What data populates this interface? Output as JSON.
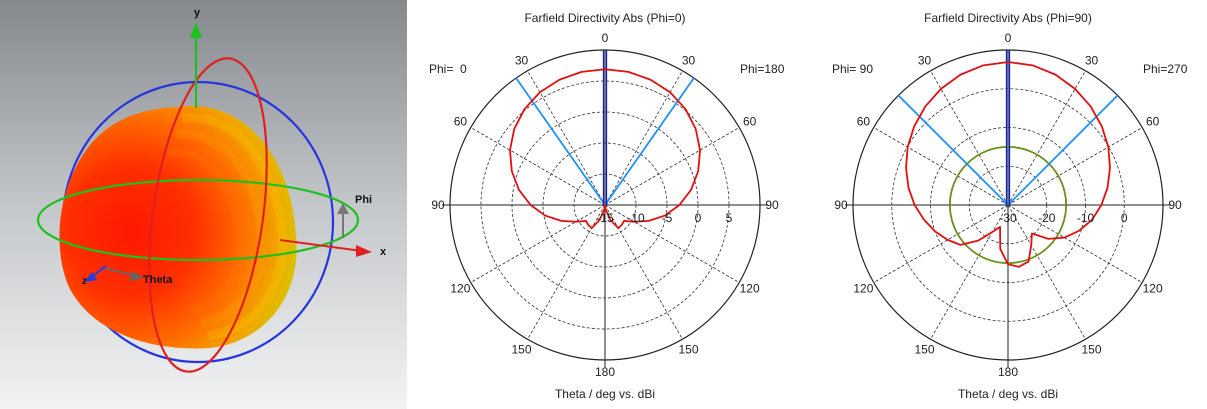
{
  "view3d": {
    "axis_labels": {
      "x": "x",
      "y": "y",
      "z": "z",
      "phi": "Phi",
      "theta": "Theta"
    },
    "colors": {
      "bg_top": "#8a8d92",
      "bg_bottom": "#eef0f2",
      "x_axis": "#e02020",
      "y_axis": "#20c020",
      "z_axis": "#2040e0",
      "phi_ring": "#20c020",
      "theta_ring": "#e02020",
      "xz_ring": "#2030e0",
      "pattern_core": "#ff1a00",
      "pattern_edge": "#c8e000"
    }
  },
  "chart_data": [
    {
      "type": "polar",
      "title": "Farfield Directivity Abs (Phi=0)",
      "xlabel": "Theta / deg vs. dBi",
      "left_label": "Phi=  0",
      "right_label": "Phi=180",
      "angle_labels": [
        "0",
        "30",
        "60",
        "90",
        "120",
        "150",
        "180",
        "150",
        "120",
        "90",
        "60",
        "30"
      ],
      "r_range": [
        -15,
        10
      ],
      "r_ticks": [
        "-15",
        "-10",
        "-5",
        "0",
        "5"
      ],
      "grid": true,
      "grid_circles_db": [
        -10,
        -5,
        0,
        5
      ],
      "outer_ring_db": 10,
      "beam_lines_deg": [
        -35,
        35
      ],
      "series": [
        {
          "color": "#e01010",
          "theta_deg": [
            0,
            10,
            20,
            30,
            40,
            50,
            60,
            70,
            80,
            90,
            100,
            110,
            120,
            130,
            140,
            150,
            160,
            170,
            180,
            190,
            200,
            210,
            220,
            230,
            240,
            250,
            260,
            270,
            280,
            290,
            300,
            310,
            320,
            330,
            340,
            350,
            360
          ],
          "values_db": [
            6.9,
            6.8,
            6.5,
            6.0,
            5.2,
            4.1,
            2.7,
            1.0,
            -0.9,
            -3.0,
            -5.2,
            -7.5,
            -9.6,
            -11.0,
            -10.8,
            -10.7,
            -12.4,
            -14.2,
            -15.0,
            -14.2,
            -12.4,
            -10.7,
            -10.8,
            -11.0,
            -9.6,
            -7.5,
            -5.2,
            -3.0,
            -0.9,
            1.0,
            2.7,
            4.1,
            5.2,
            6.0,
            6.5,
            6.8,
            6.9
          ]
        }
      ],
      "colors": {
        "main_lobe_marker": "#1020c0",
        "beam_lines": "#1e90ff"
      }
    },
    {
      "type": "polar",
      "title": "Farfield Directivity Abs (Phi=90)",
      "xlabel": "Theta / deg vs. dBi",
      "left_label": "Phi= 90",
      "right_label": "Phi=270",
      "angle_labels": [
        "0",
        "30",
        "60",
        "90",
        "120",
        "150",
        "180",
        "150",
        "120",
        "90",
        "60",
        "30"
      ],
      "r_range": [
        -30,
        10
      ],
      "r_ticks": [
        "-30",
        "-20",
        "-10",
        "0"
      ],
      "grid": true,
      "grid_circles_db": [
        -20,
        -10,
        0
      ],
      "outer_ring_db": 10,
      "beam_lines_deg": [
        -45,
        45
      ],
      "reference_circle_db": -15,
      "series": [
        {
          "color": "#e01010",
          "theta_deg": [
            0,
            10,
            20,
            30,
            40,
            50,
            60,
            70,
            80,
            90,
            100,
            110,
            120,
            130,
            140,
            150,
            160,
            170,
            180,
            190,
            200,
            210,
            220,
            230,
            240,
            250,
            260,
            270,
            280,
            290,
            300,
            310,
            320,
            330,
            340,
            350,
            360
          ],
          "values_db": [
            6.9,
            6.6,
            5.8,
            4.6,
            3.2,
            1.6,
            -0.1,
            -2.0,
            -3.9,
            -5.9,
            -8.0,
            -10.5,
            -13.2,
            -16.4,
            -20.4,
            -18.0,
            -14.5,
            -13.8,
            -14.7,
            -18.5,
            -24.0,
            -22.0,
            -18.0,
            -14.0,
            -12.0,
            -10.0,
            -8.0,
            -5.9,
            -3.9,
            -2.0,
            -0.1,
            1.6,
            3.2,
            4.6,
            5.8,
            6.6,
            6.9
          ]
        }
      ],
      "colors": {
        "main_lobe_marker": "#1020c0",
        "beam_lines": "#1e90ff",
        "reference_circle": "#6a8f1a"
      }
    }
  ]
}
